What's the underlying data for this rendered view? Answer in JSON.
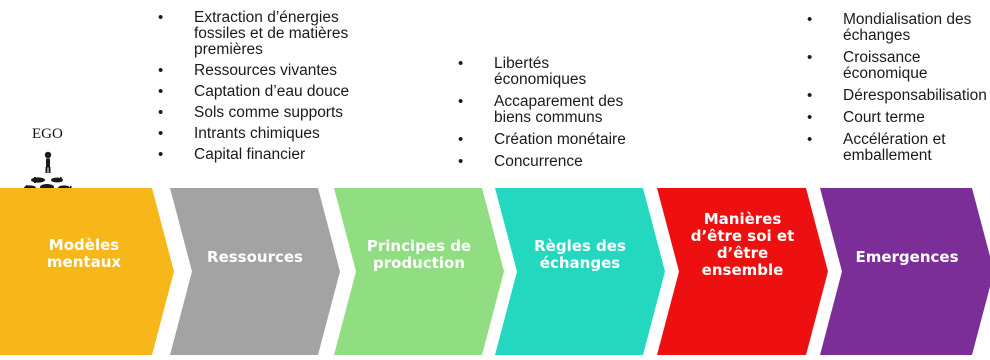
{
  "ego_label": "EGO",
  "stages": [
    {
      "label_lines": [
        "Modèles",
        "mentaux"
      ],
      "color": "#F7B719"
    },
    {
      "label_lines": [
        "Ressources"
      ],
      "color": "#A3A3A3"
    },
    {
      "label_lines": [
        "Principes de",
        "production"
      ],
      "color": "#90DD82"
    },
    {
      "label_lines": [
        "Règles des",
        "échanges"
      ],
      "color": "#24D8C0"
    },
    {
      "label_lines": [
        "Manières",
        "d’être soi et",
        "d’être",
        "ensemble"
      ],
      "color": "#EE1010"
    },
    {
      "label_lines": [
        "Emergences"
      ],
      "color": "#7B2D98"
    }
  ],
  "lists": {
    "ressources": [
      {
        "lines": [
          "Extraction d’énergies",
          "fossiles et de matières",
          "premières"
        ]
      },
      {
        "lines": [
          "Ressources vivantes"
        ]
      },
      {
        "lines": [
          "Captation d’eau douce"
        ]
      },
      {
        "lines": [
          "Sols comme supports"
        ]
      },
      {
        "lines": [
          "Intrants chimiques"
        ]
      },
      {
        "lines": [
          "Capital financier"
        ]
      }
    ],
    "principes": [
      {
        "lines": [
          "Libertés",
          "économiques"
        ]
      },
      {
        "lines": [
          "Accaparement des",
          "biens communs"
        ]
      },
      {
        "lines": [
          "Création monétaire"
        ]
      },
      {
        "lines": [
          "Concurrence"
        ]
      }
    ],
    "emergences": [
      {
        "lines": [
          "Mondialisation des",
          "échanges"
        ]
      },
      {
        "lines": [
          "Croissance",
          "économique"
        ]
      },
      {
        "lines": [
          "Déresponsabilisation"
        ]
      },
      {
        "lines": [
          "Court terme"
        ]
      },
      {
        "lines": [
          "Accélération et",
          "emballement"
        ]
      }
    ]
  }
}
